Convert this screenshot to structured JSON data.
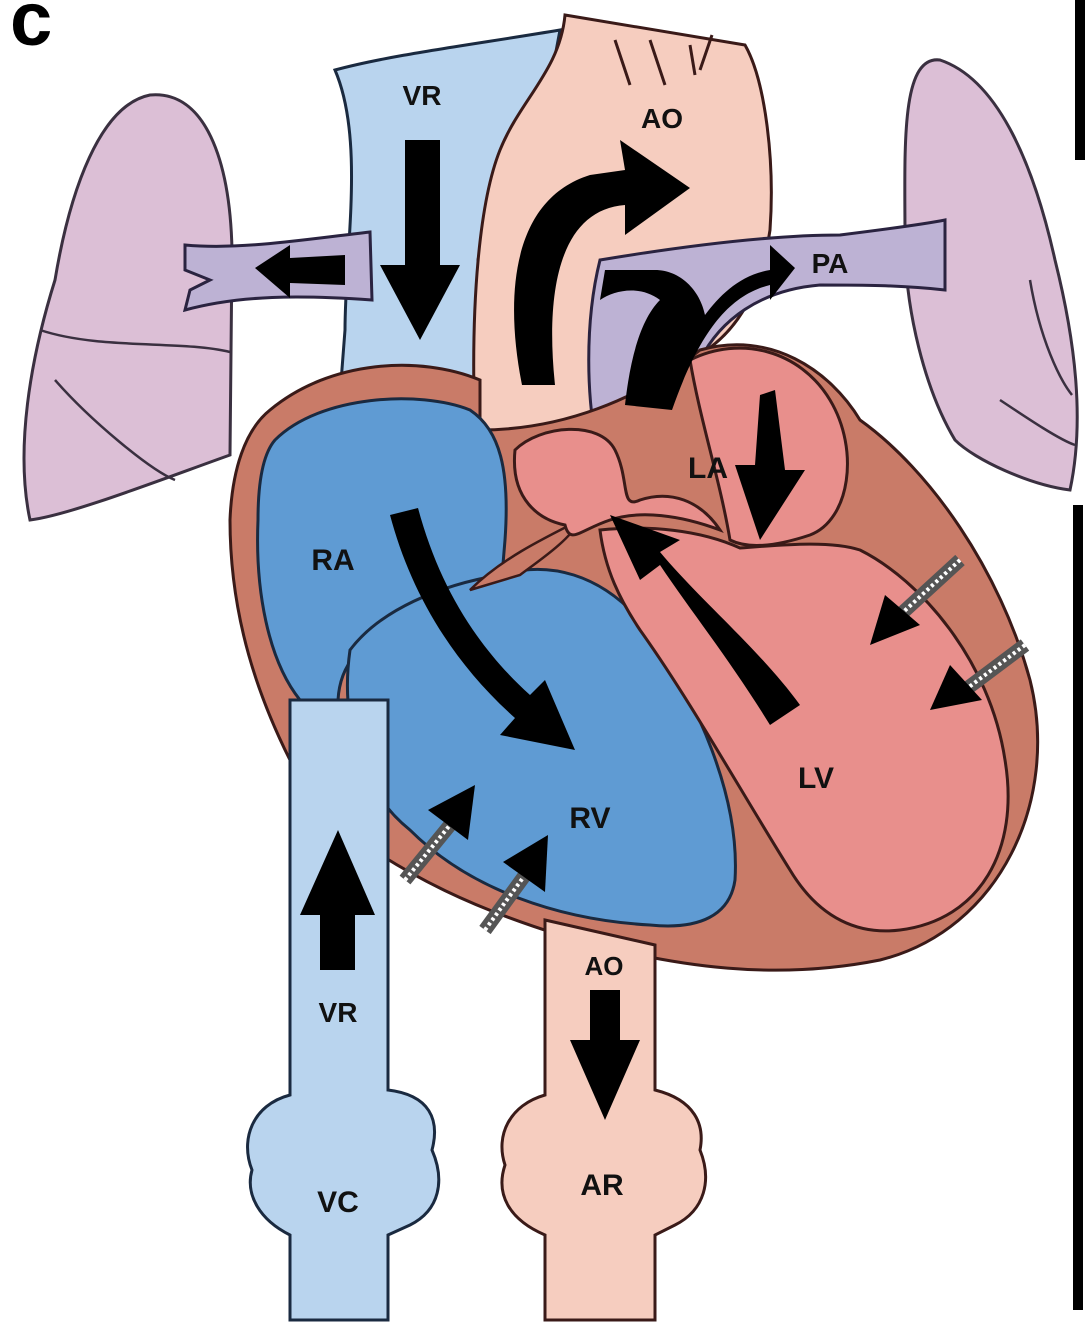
{
  "panel": {
    "letter": "c"
  },
  "labels": {
    "vr_top": "VR",
    "ao_top": "AO",
    "pa": "PA",
    "la": "LA",
    "ra": "RA",
    "lv": "LV",
    "rv": "RV",
    "ao_bottom": "AO",
    "vr_bottom": "VR",
    "vc": "VC",
    "ar": "AR"
  },
  "colors": {
    "venous_blue": "#b9d4ee",
    "right_heart_blue": "#5f9bd3",
    "aorta_pink": "#f6cdbf",
    "left_heart_red": "#e88f8c",
    "myocardium": "#c97b68",
    "pulmonary_purple": "#bdb2d4",
    "lung_pink": "#dcbfd6",
    "arrow_black": "#000000"
  }
}
